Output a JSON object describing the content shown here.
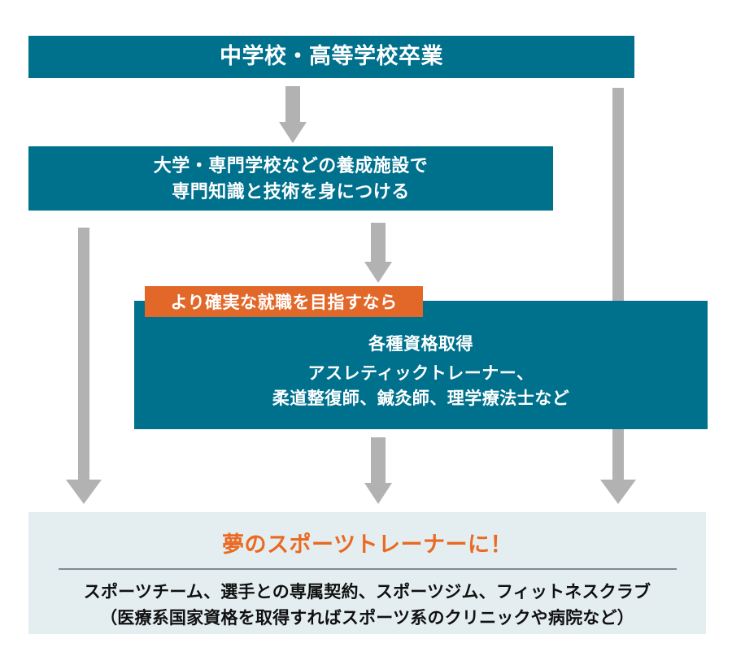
{
  "diagram": {
    "title_box": {
      "label": "中学校・高等学校卒業"
    },
    "education_box": {
      "line1": "大学・専門学校などの養成施設で",
      "line2": "専門知識と技術を身につける"
    },
    "qualification_badge": {
      "label": "より確実な就職を目指すなら"
    },
    "qualification_box": {
      "line1": "各種資格取得",
      "line2": "アスレティックトレーナー、",
      "line3": "柔道整復師、鍼灸師、理学療法士など"
    },
    "outcome_panel": {
      "heading": "夢のスポーツトレーナーに！",
      "line1": "スポーツチーム、選手との専属契約、スポーツジム、フィットネスクラブ",
      "line2": "（医療系国家資格を取得すればスポーツ系のクリニックや病院など）"
    },
    "colors": {
      "box_teal": "#00718D",
      "badge_orange": "#E2682A",
      "heading_orange": "#EA6A22",
      "arrow_gray": "#B2B2B2",
      "panel_background": "#E4EEF1",
      "divider_gray": "#7D8B91",
      "text_light": "#FFFFFF",
      "text_dark": "#111111"
    },
    "arrows": [
      {
        "name": "header-to-education",
        "direction": "down"
      },
      {
        "name": "education-to-qualification",
        "direction": "down"
      },
      {
        "name": "qualification-to-outcome",
        "direction": "down"
      },
      {
        "name": "education-to-outcome-left",
        "direction": "down"
      },
      {
        "name": "header-to-outcome-right",
        "direction": "down"
      }
    ]
  }
}
